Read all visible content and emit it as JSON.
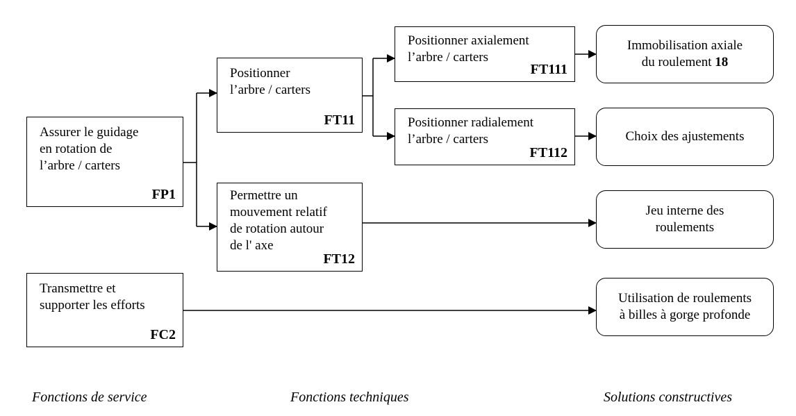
{
  "service_functions": {
    "fp1": {
      "text": "Assurer le guidage\nen rotation de\nl’arbre / carters",
      "code": "FP1"
    },
    "fc2": {
      "text": "Transmettre et\nsupporter les efforts",
      "code": "FC2"
    }
  },
  "technical_functions": {
    "ft11": {
      "text": "Positionner\nl’arbre / carters",
      "code": "FT11"
    },
    "ft12": {
      "text": "Permettre un\nmouvement relatif\nde rotation autour\nde l' axe",
      "code": "FT12"
    },
    "ft111": {
      "text": "Positionner axialement\nl’arbre / carters",
      "code": "FT111"
    },
    "ft112": {
      "text": "Positionner radialement\nl’arbre / carters",
      "code": "FT112"
    }
  },
  "solutions": {
    "immobilisation": {
      "line1": "Immobilisation axiale",
      "line2": "du roulement ",
      "bold": "18"
    },
    "ajustements": {
      "line1": "Choix des ajustements"
    },
    "jeu": {
      "line1": "Jeu interne des",
      "line2": "roulements"
    },
    "utilisation": {
      "line1": "Utilisation de roulements",
      "line2": "à billes à gorge profonde"
    }
  },
  "captions": {
    "service": "Fonctions de service",
    "technique": "Fonctions techniques",
    "solutions": "Solutions constructives"
  }
}
